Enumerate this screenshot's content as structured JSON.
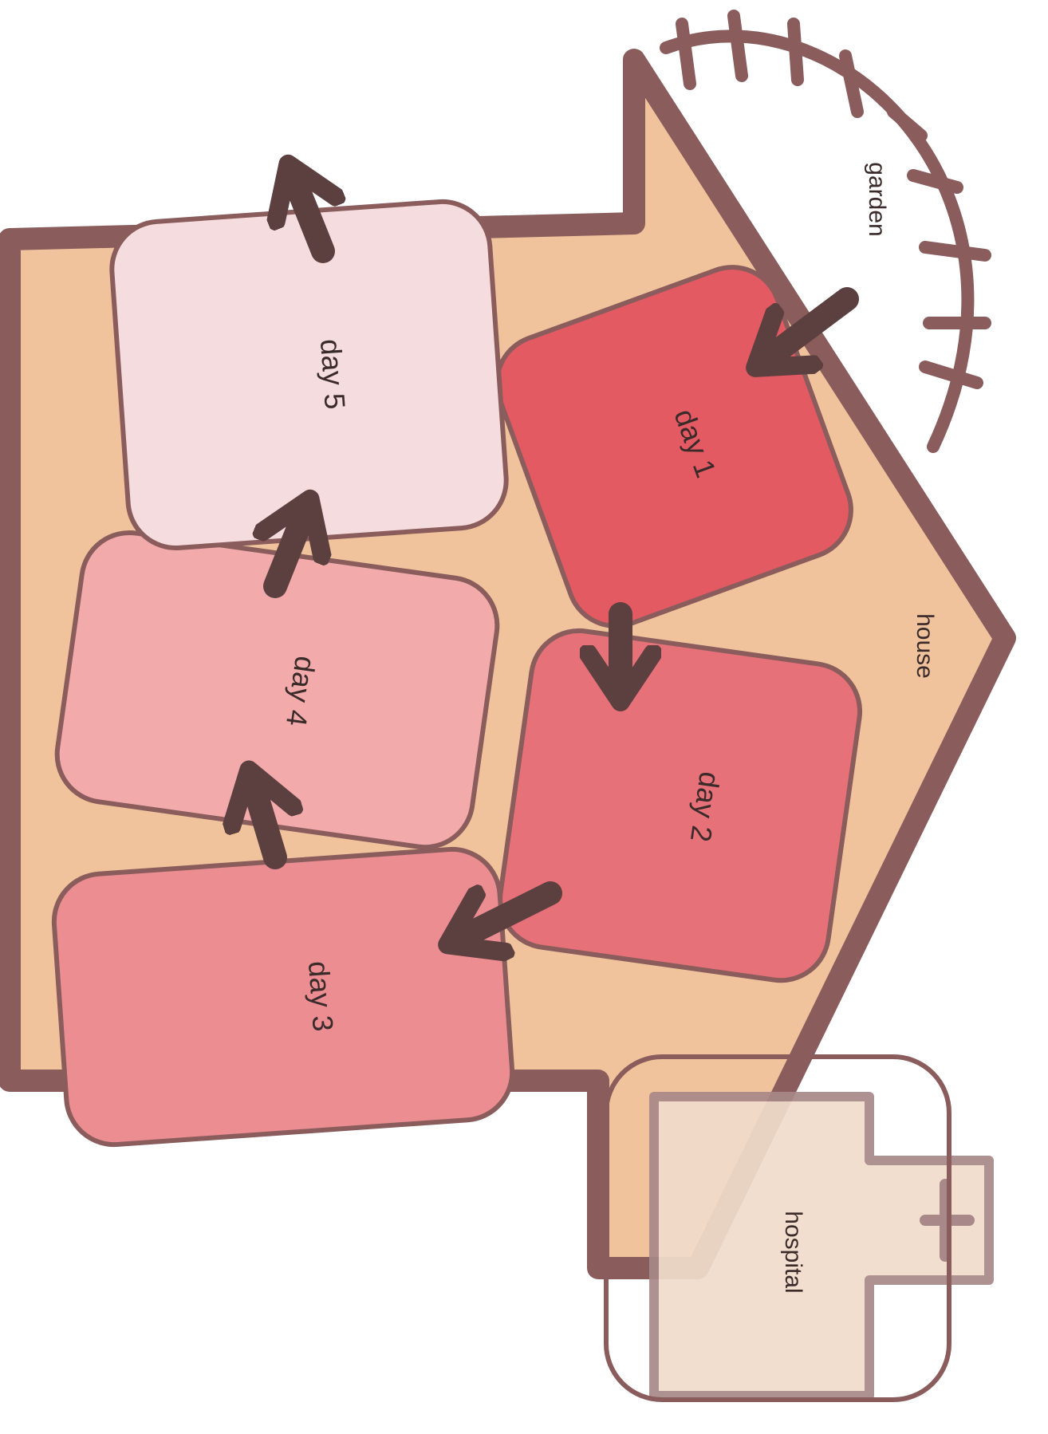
{
  "diagram": {
    "labels": {
      "garden": "garden",
      "house": "house",
      "hospital": "hospital"
    },
    "days": [
      {
        "id": "day1",
        "label": "day 1",
        "color": "#e35a63"
      },
      {
        "id": "day2",
        "label": "day 2",
        "color": "#e77178"
      },
      {
        "id": "day3",
        "label": "day 3",
        "color": "#ec8d91"
      },
      {
        "id": "day4",
        "label": "day 4",
        "color": "#f3aaaa"
      },
      {
        "id": "day5",
        "label": "day 5",
        "color": "#f5dcde"
      }
    ],
    "colors": {
      "outline": "#8a5c5c",
      "arrow": "#5c3f3f",
      "house_fill": "#f0c39c",
      "hospital_fill": "#f1dccb"
    }
  }
}
